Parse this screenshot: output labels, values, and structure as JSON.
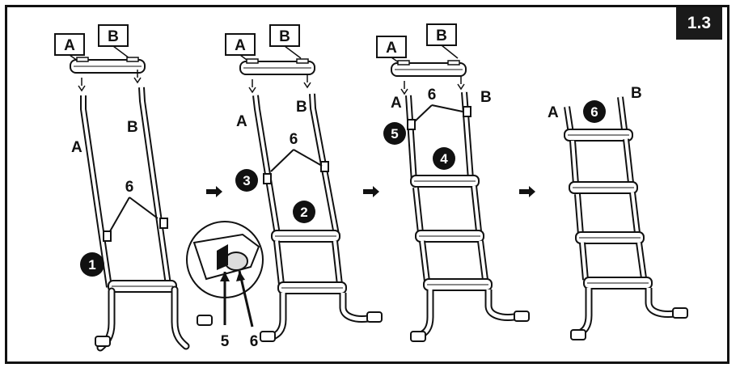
{
  "step_number": "1.3",
  "colors": {
    "ink": "#111111",
    "badge_bg": "#1a1a1a",
    "badge_text": "#ffffff"
  },
  "panel1": {
    "box_a": "A",
    "box_b": "B",
    "pole_a": "A",
    "pole_b": "B",
    "callout": "6",
    "circle": "1",
    "detail_label_left": "5",
    "detail_label_right": "6"
  },
  "panel2": {
    "box_a": "A",
    "box_b": "B",
    "pole_a": "A",
    "pole_b": "B",
    "callout": "6",
    "circle_clip": "3",
    "circle_step": "2"
  },
  "panel3": {
    "box_a": "A",
    "box_b": "B",
    "pole_a": "A",
    "pole_b": "B",
    "callout": "6",
    "circle_clip": "5",
    "circle_step": "4"
  },
  "panel4": {
    "pole_a": "A",
    "pole_b": "B",
    "circle_step": "6"
  },
  "arrows": [
    "right-arrow",
    "right-arrow",
    "right-arrow"
  ]
}
